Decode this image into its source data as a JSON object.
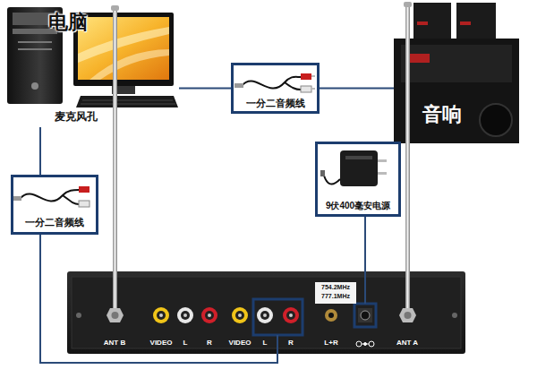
{
  "diagram": {
    "nodes": [
      {
        "text": [
          "电脑",
          "麦克风孔"
        ]
      },
      {
        "text": [
          "一分二音频线"
        ]
      },
      {
        "text": [
          "音响"
        ]
      },
      {
        "text": [
          "一分二音频线"
        ]
      },
      {
        "text": [
          "9伏400毫安电源"
        ]
      },
      {
        "text": [
          "ANT B",
          "VIDEO",
          "L",
          "R",
          "VIDEO",
          "L",
          "R",
          "L+R",
          "ANT A"
        ]
      }
    ],
    "edges": [
      {
        "from": 0,
        "to": 1,
        "arrow": "none"
      },
      {
        "from": 1,
        "to": 2,
        "arrow": "none"
      },
      {
        "from": 0,
        "to": 3,
        "arrow": "none"
      },
      {
        "from": 3,
        "to": 5,
        "arrow": "none"
      },
      {
        "from": 4,
        "to": 5,
        "arrow": "none"
      }
    ],
    "labels": [
      "754.2MHz",
      "777.1MHz"
    ]
  }
}
